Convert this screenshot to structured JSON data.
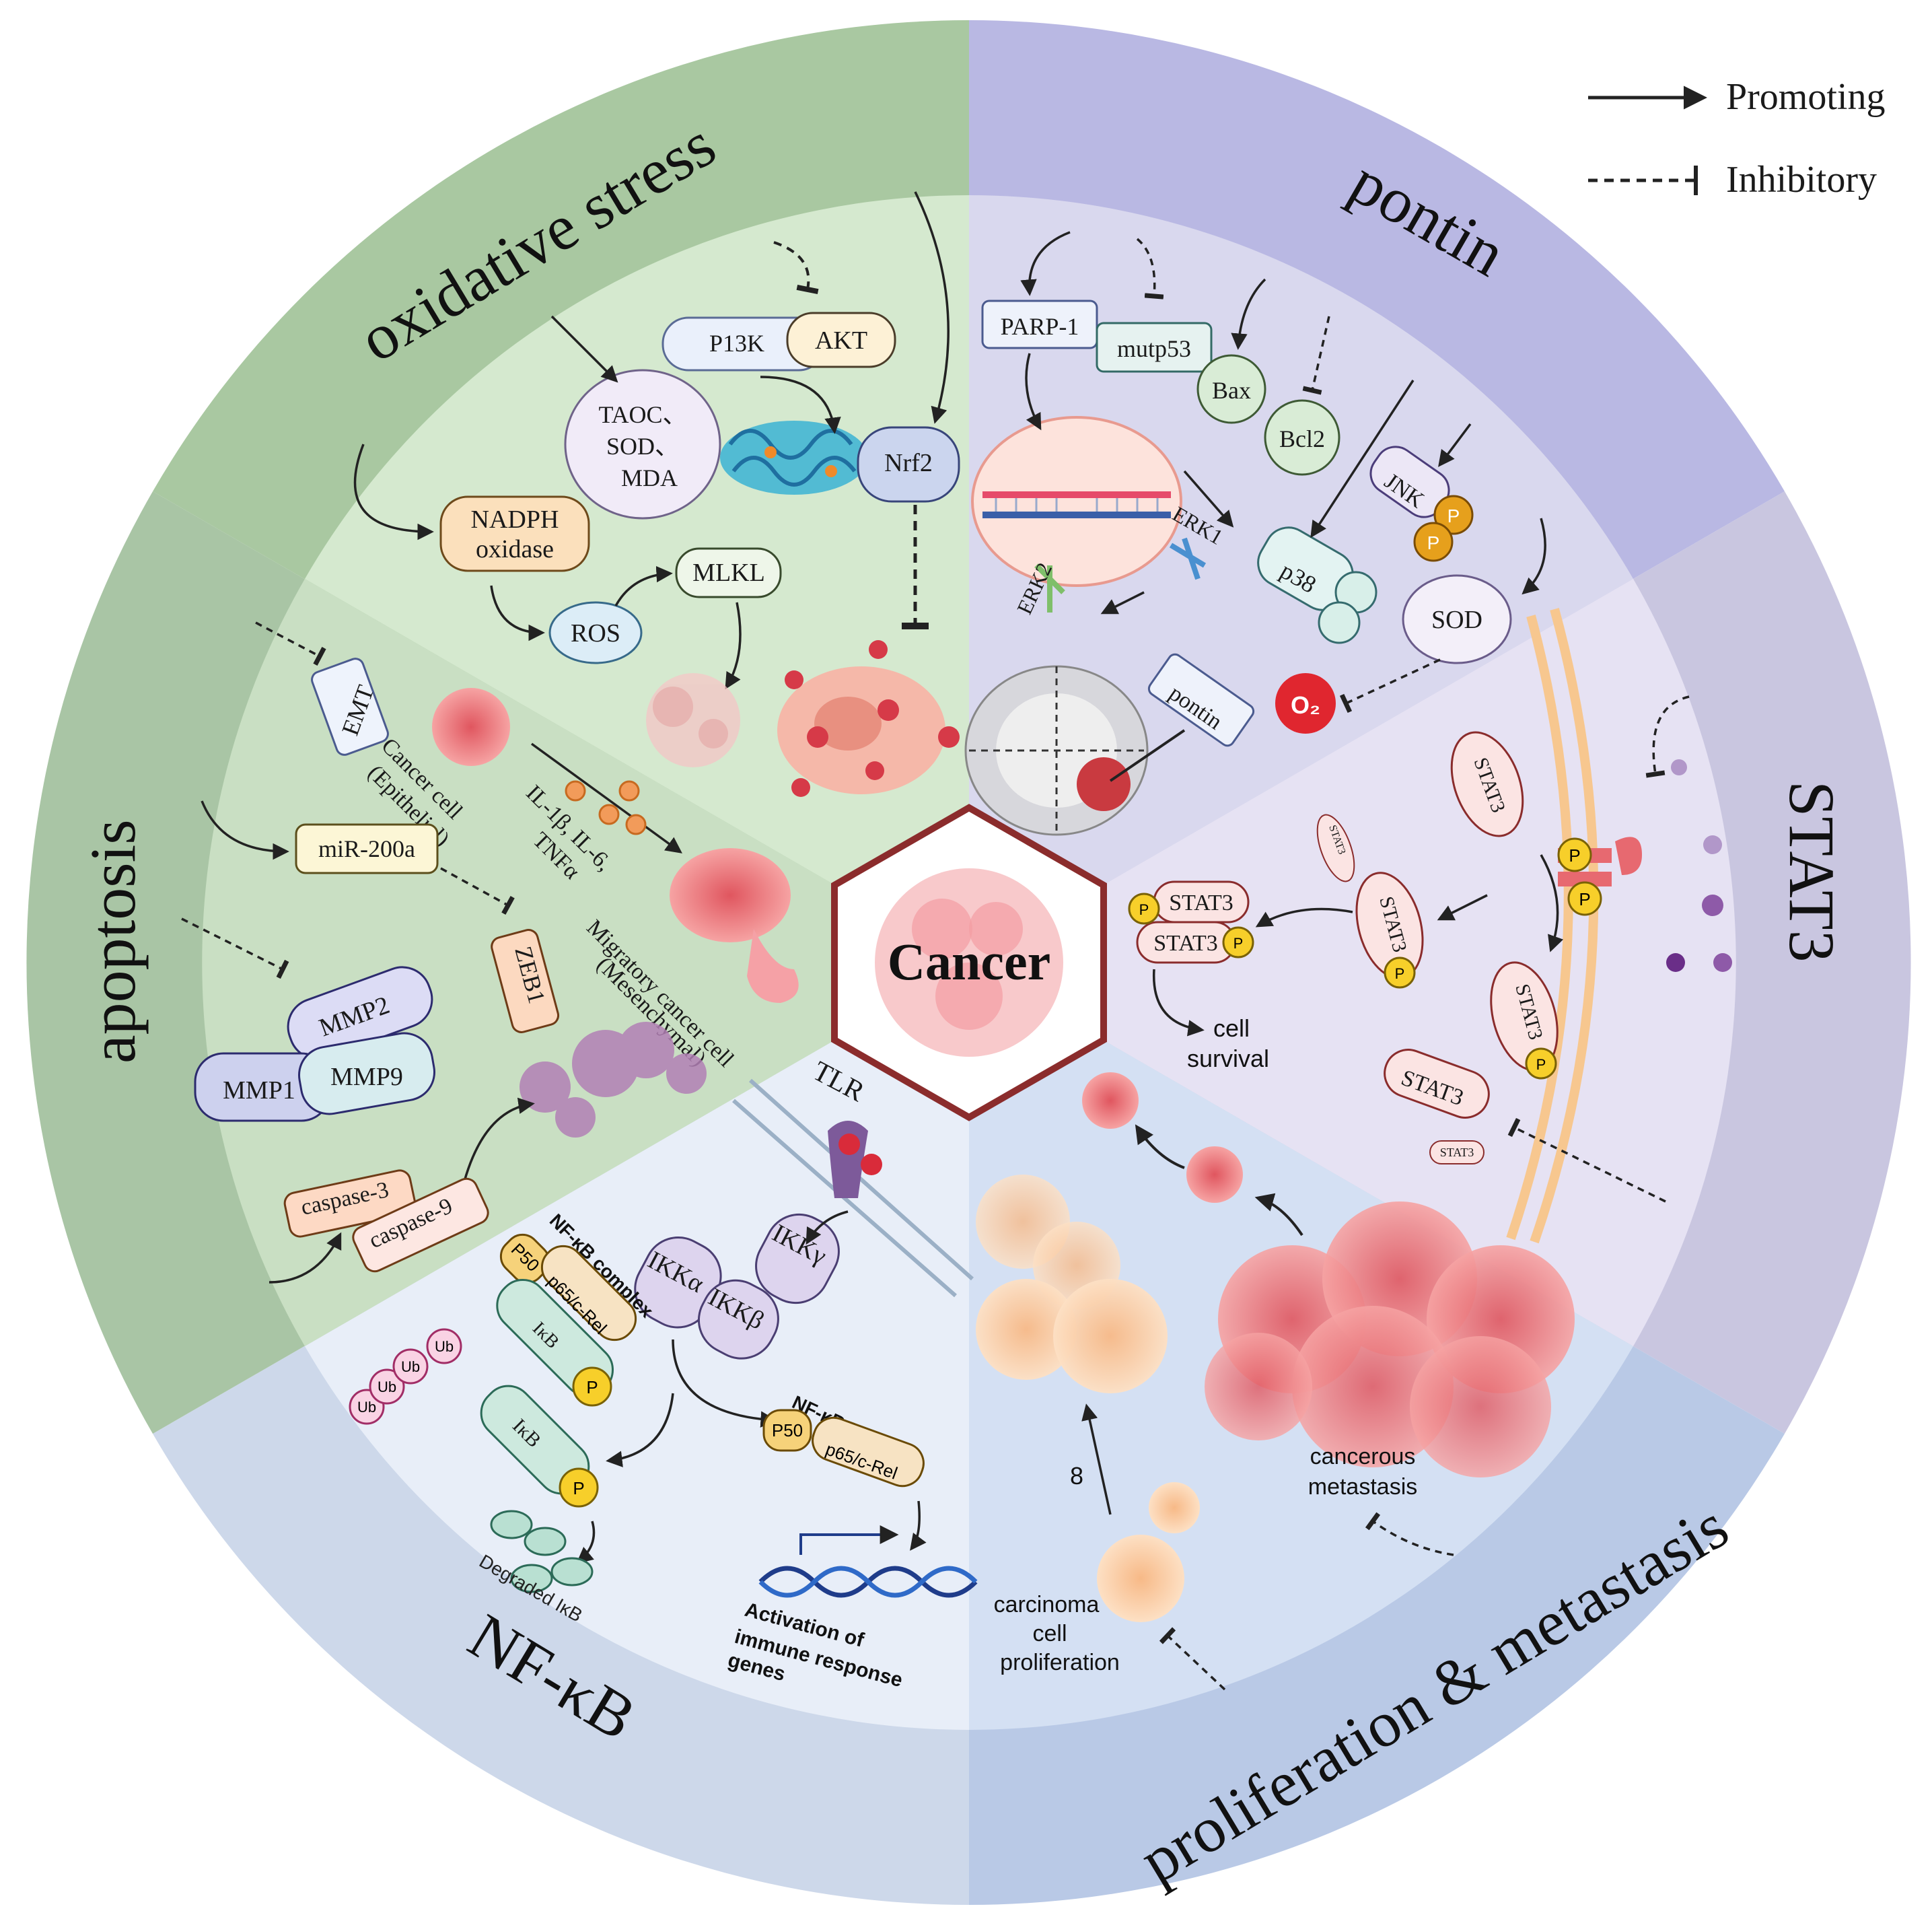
{
  "legend": {
    "promoting": "Promoting",
    "inhibitory": "Inhibitory"
  },
  "center": {
    "label": "Cancer"
  },
  "sectors": {
    "oxidative": {
      "title": "oxidative stress",
      "color_outer": "#a9c8a1",
      "color_inner": "#d5e9cf",
      "labels": {
        "p13k": "P13K",
        "akt": "AKT",
        "taoc": "TAOC、",
        "sod": "SOD、",
        "mda": "MDA",
        "nrf2": "Nrf2",
        "nadph1": "NADPH",
        "nadph2": "oxidase",
        "ros": "ROS",
        "mlkl": "MLKL"
      }
    },
    "pontin": {
      "title": "pontin",
      "color_outer": "#b9b8e3",
      "color_inner": "#d9d8ee",
      "labels": {
        "parp1": "PARP-1",
        "mutp53": "mutp53",
        "bax": "Bax",
        "bcl2": "Bcl2",
        "erk1": "ERK1",
        "erk2": "ERK2",
        "p38": "p38",
        "jnk": "JNK",
        "sod": "SOD",
        "pontin_box": "pontin",
        "p": "P",
        "o2": "O₂"
      }
    },
    "stat3": {
      "title": "STAT3",
      "color_outer": "#c9c6e0",
      "color_inner": "#e6e2f3",
      "labels": {
        "stat3": "STAT3",
        "cell_survival_1": "cell",
        "cell_survival_2": "survival",
        "p": "P"
      }
    },
    "proliferation": {
      "title": "proliferation & metastasis",
      "color_outer": "#b9c9e6",
      "color_inner": "#d4e0f3",
      "labels": {
        "cancerous_1": "cancerous",
        "cancerous_2": "metastasis",
        "carcinoma_1": "carcinoma",
        "carcinoma_2": "cell",
        "carcinoma_3": "proliferation",
        "eight": "8"
      }
    },
    "nfkb": {
      "title": "NF-κB",
      "color_outer": "#cdd8ea",
      "color_inner": "#e8eef8",
      "labels": {
        "tlr": "TLR",
        "ikka": "IKKα",
        "ikkb": "IKKβ",
        "ikkg": "IKKγ",
        "complex": "NF-κB complex",
        "p50": "P50",
        "p65": "p65/c-Rel",
        "ikb": "IκB",
        "ub": "Ub",
        "degraded": "Degraded IκB",
        "activation_1": "Activation of",
        "activation_2": "immune response",
        "activation_3": "genes",
        "p": "P"
      }
    },
    "apoptosis": {
      "title": "apoptosis",
      "color_outer": "#a9c5a5",
      "color_inner": "#c9dfc3",
      "labels": {
        "emt": "EMT",
        "cancer_cell_1": "Cancer cell",
        "cancer_cell_2": "(Epithelial)",
        "il1": "IL-1β, IL-6,",
        "il2": "TNFα",
        "mir": "miR-200a",
        "zeb1": "ZEB1",
        "migratory_1": "Migratory cancer cell",
        "migratory_2": "(Mesenchymal)",
        "mmp2": "MMP2",
        "mmp9": "MMP9",
        "mmp1": "MMP1",
        "casp3": "caspase-3",
        "casp9": "caspase-9"
      }
    }
  }
}
